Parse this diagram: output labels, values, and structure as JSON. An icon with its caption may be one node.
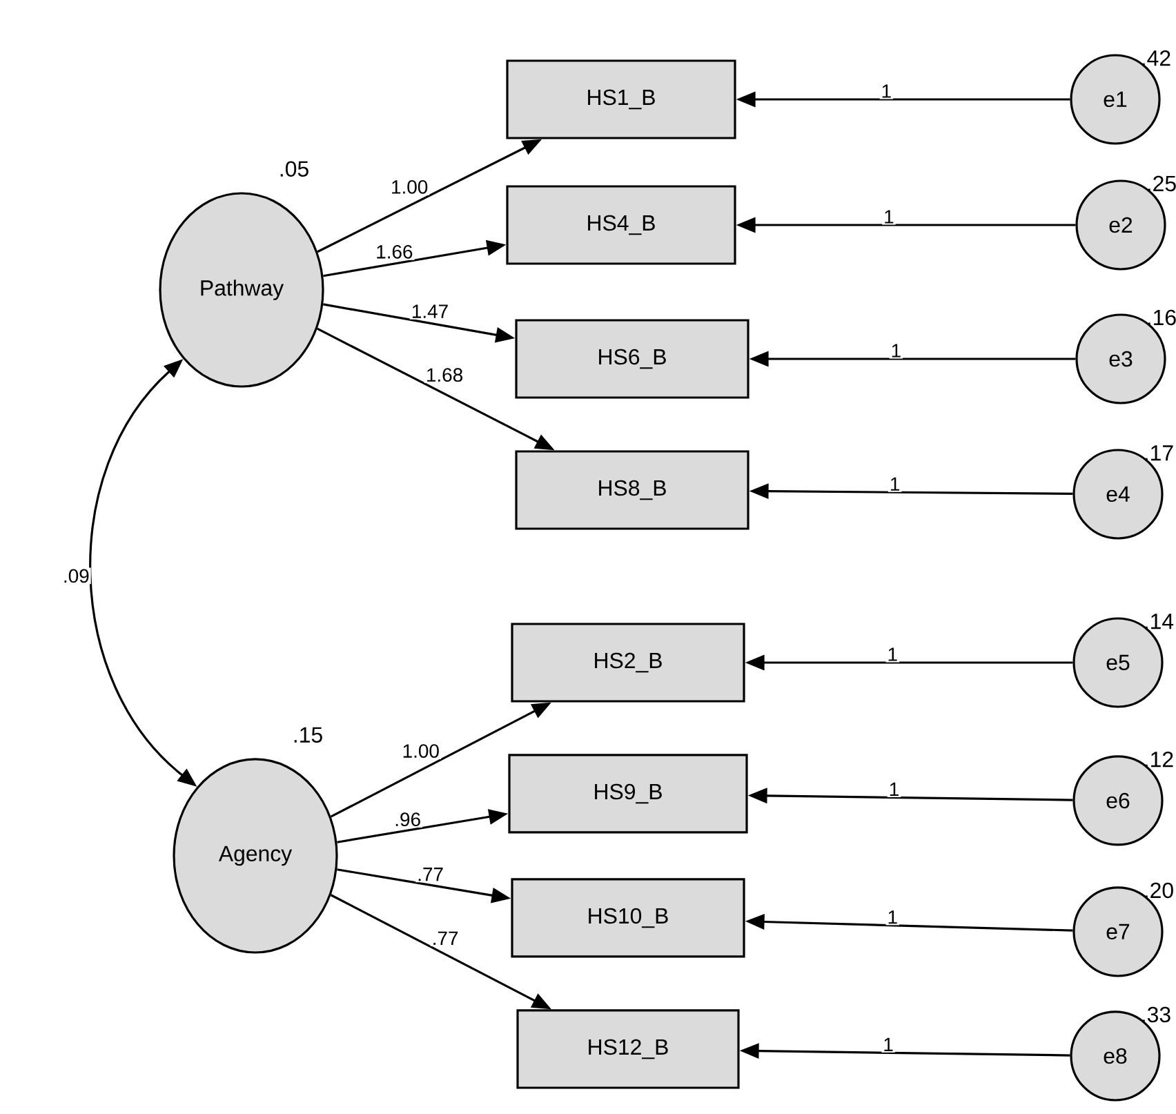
{
  "diagram": {
    "nodes": [
      {
        "text": [
          "Pathway"
        ],
        "beside": [
          ".05"
        ]
      },
      {
        "text": [
          "Agency"
        ],
        "beside": [
          ".15"
        ]
      },
      {
        "text": [
          "HS1_B"
        ]
      },
      {
        "text": [
          "HS4_B"
        ]
      },
      {
        "text": [
          "HS6_B"
        ]
      },
      {
        "text": [
          "HS8_B"
        ]
      },
      {
        "text": [
          "HS2_B"
        ]
      },
      {
        "text": [
          "HS9_B"
        ]
      },
      {
        "text": [
          "HS10_B"
        ]
      },
      {
        "text": [
          "HS12_B"
        ]
      },
      {
        "text": [
          "e1"
        ],
        "beside": [
          ".42"
        ]
      },
      {
        "text": [
          "e2"
        ],
        "beside": [
          ".25"
        ]
      },
      {
        "text": [
          "e3"
        ],
        "beside": [
          ".16"
        ]
      },
      {
        "text": [
          "e4"
        ],
        "beside": [
          ".17"
        ]
      },
      {
        "text": [
          "e5"
        ],
        "beside": [
          ".14"
        ]
      },
      {
        "text": [
          "e6"
        ],
        "beside": [
          ".12"
        ]
      },
      {
        "text": [
          "e7"
        ],
        "beside": [
          ".20"
        ]
      },
      {
        "text": [
          "e8"
        ],
        "beside": [
          ".33"
        ]
      }
    ],
    "edges": [
      {
        "from": 0,
        "to": 1,
        "arrow": "both",
        "label": ".09"
      },
      {
        "from": 0,
        "to": 2,
        "arrow": "to",
        "label": "1.00"
      },
      {
        "from": 0,
        "to": 3,
        "arrow": "to",
        "label": "1.66"
      },
      {
        "from": 0,
        "to": 4,
        "arrow": "to",
        "label": "1.47"
      },
      {
        "from": 0,
        "to": 5,
        "arrow": "to",
        "label": "1.68"
      },
      {
        "from": 1,
        "to": 6,
        "arrow": "to",
        "label": "1.00"
      },
      {
        "from": 1,
        "to": 7,
        "arrow": "to",
        "label": ".96"
      },
      {
        "from": 1,
        "to": 8,
        "arrow": "to",
        "label": ".77"
      },
      {
        "from": 1,
        "to": 9,
        "arrow": "to",
        "label": ".77"
      },
      {
        "from": 10,
        "to": 2,
        "arrow": "to",
        "label": "1"
      },
      {
        "from": 11,
        "to": 3,
        "arrow": "to",
        "label": "1"
      },
      {
        "from": 12,
        "to": 4,
        "arrow": "to",
        "label": "1"
      },
      {
        "from": 13,
        "to": 5,
        "arrow": "to",
        "label": "1"
      },
      {
        "from": 14,
        "to": 6,
        "arrow": "to",
        "label": "1"
      },
      {
        "from": 15,
        "to": 7,
        "arrow": "to",
        "label": "1"
      },
      {
        "from": 16,
        "to": 8,
        "arrow": "to",
        "label": "1"
      },
      {
        "from": 17,
        "to": 9,
        "arrow": "to",
        "label": "1"
      }
    ]
  }
}
